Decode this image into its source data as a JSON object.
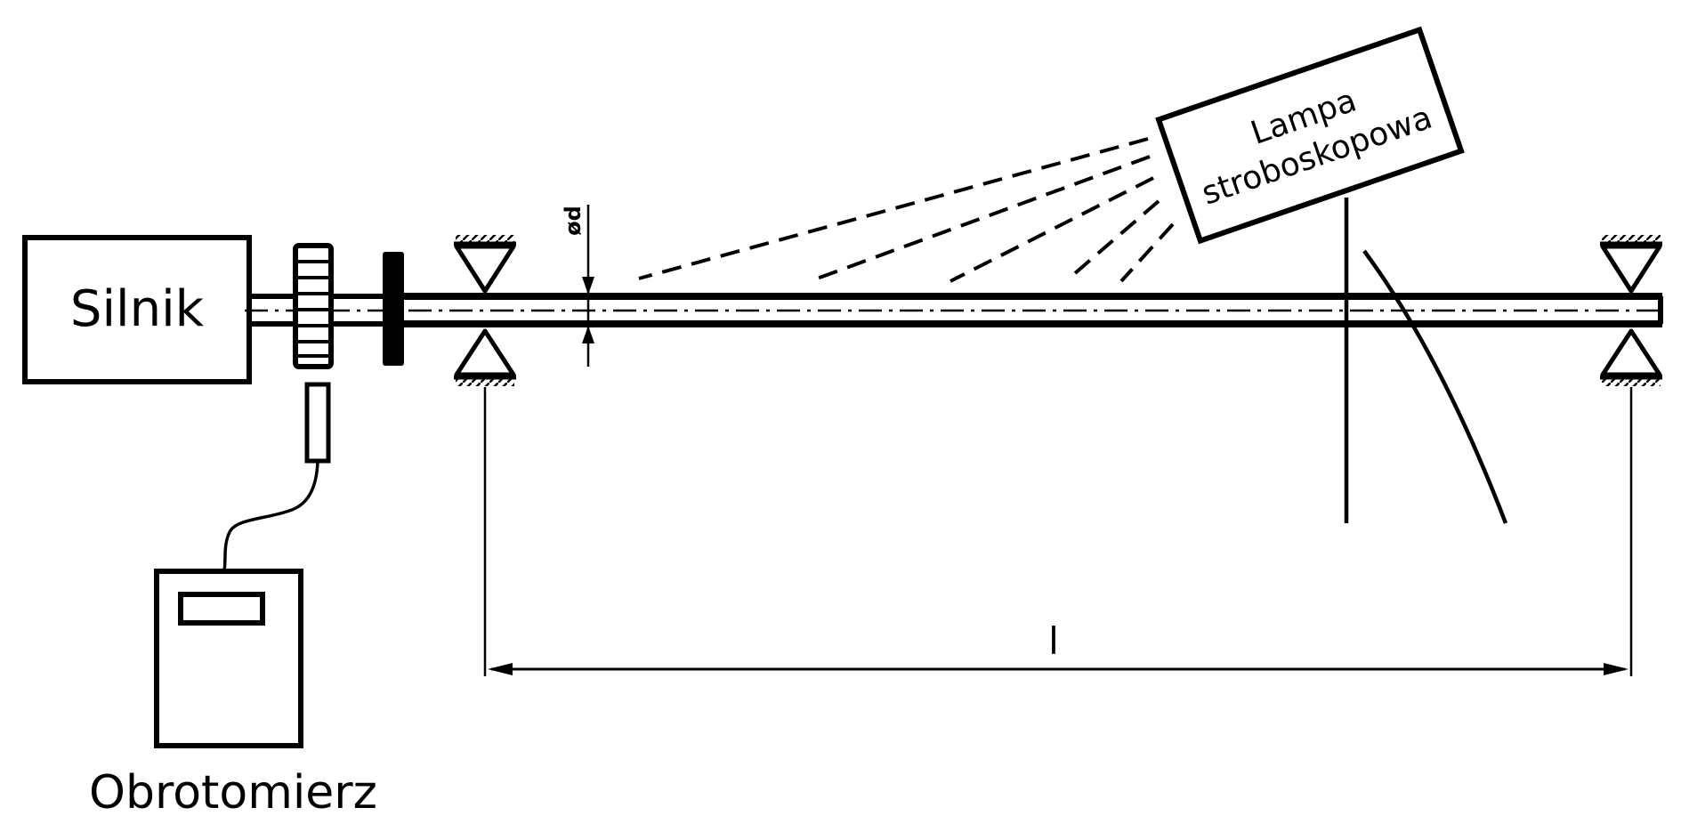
{
  "labels": {
    "motor": "Silnik",
    "tachometer": "Obrotomierz",
    "lamp_line1": "Lampa",
    "lamp_line2": "stroboskopowa",
    "diameter": "ød",
    "length": "l"
  },
  "colors": {
    "ink": "#000000",
    "background": "#ffffff"
  }
}
